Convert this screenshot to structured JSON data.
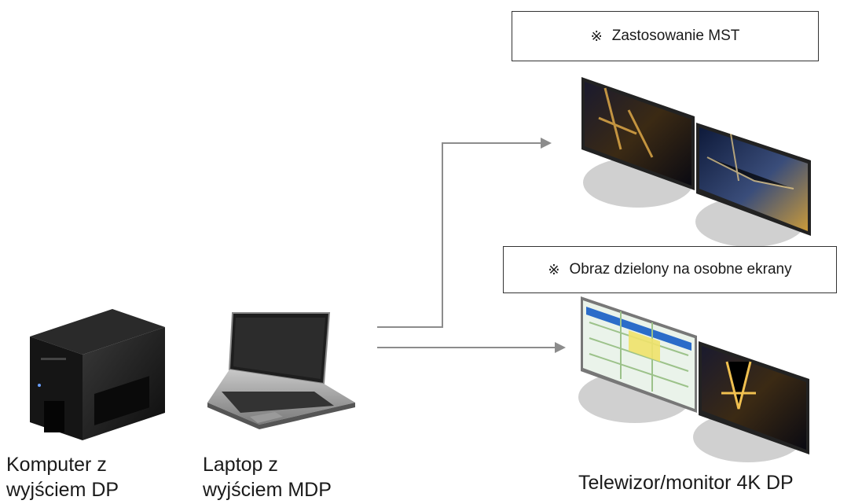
{
  "note_mst": {
    "mark": "※",
    "text": "Zastosowanie MST"
  },
  "note_split": {
    "mark": "※",
    "text": "Obraz dzielony na osobne ekrany"
  },
  "captions": {
    "computer_line1": "Komputer z",
    "computer_line2": "wyjściem DP",
    "laptop_line1": "Laptop z",
    "laptop_line2": "wyjściem MDP",
    "tv": "Telewizor/monitor 4K DP"
  },
  "colors": {
    "arrow": "#8c8c8c",
    "box_border": "#333333",
    "stand": "#d0d0d0"
  },
  "icons": [
    "desktop-computer-icon",
    "laptop-icon",
    "monitor-icon"
  ]
}
